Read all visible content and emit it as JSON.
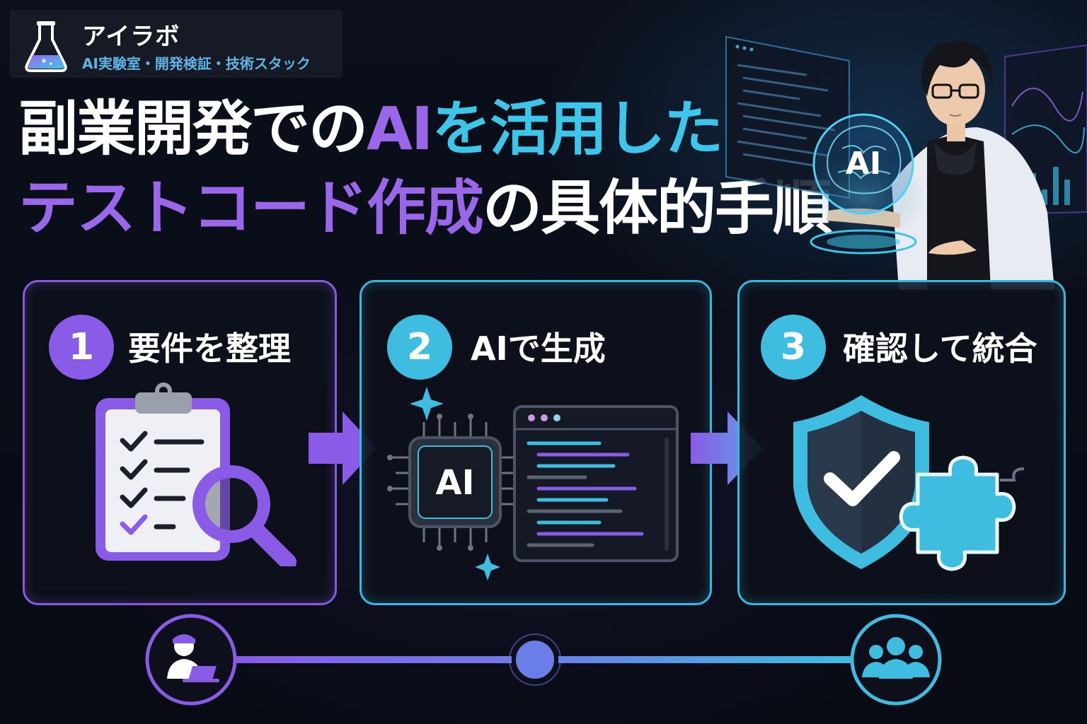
{
  "brand": {
    "name": "アイラボ",
    "tagline": "AI実験室・開発検証・技術スタック"
  },
  "title": {
    "line1": {
      "part1": "副業開発での",
      "part2": "AI",
      "part3": "を活用した"
    },
    "line2": {
      "part1": "テストコード作成",
      "part2": "の具体的手順"
    }
  },
  "illustration": {
    "hologram_text": "AI"
  },
  "steps": [
    {
      "number": "1",
      "label": "要件を整理"
    },
    {
      "number": "2",
      "label": "AIで生成",
      "chip_text": "AI"
    },
    {
      "number": "3",
      "label": "確認して統合"
    }
  ],
  "colors": {
    "purple": "#8a5be6",
    "cyan": "#3fbde0",
    "background": "#0a0d16"
  },
  "icons": {
    "brand": "flask-icon",
    "step1": [
      "clipboard-checklist-icon",
      "magnifier-icon"
    ],
    "step2": [
      "ai-chip-icon",
      "code-window-icon",
      "sparkle-icon"
    ],
    "step3": [
      "shield-check-icon",
      "puzzle-piece-icon"
    ],
    "timeline": [
      "person-laptop-icon",
      "team-icon"
    ]
  }
}
